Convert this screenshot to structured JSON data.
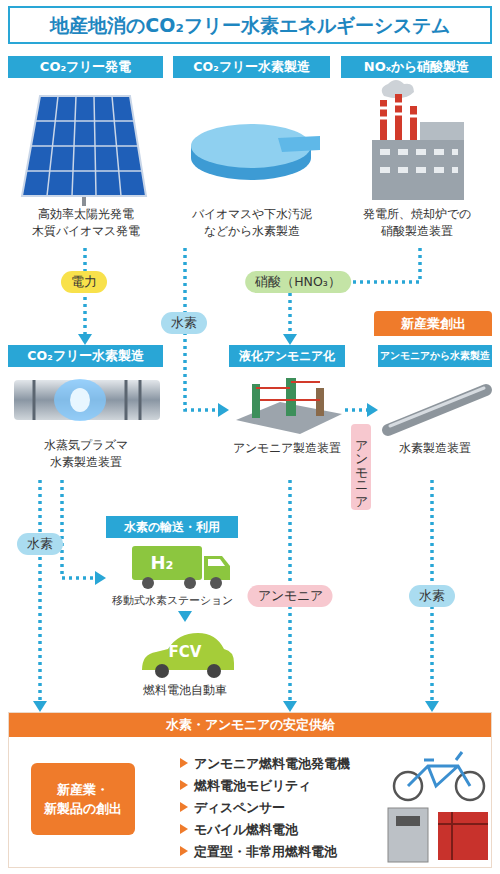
{
  "diagram": {
    "title": "地産地消のCO₂フリー水素エネルギーシステム",
    "nodes": [
      {
        "text": [
          "CO₂フリー発電",
          "高効率太陽光発電 木質バイオマス発電"
        ]
      },
      {
        "text": [
          "CO₂フリー水素製造",
          "バイオマスや下水汚泥 などから水素製造"
        ]
      },
      {
        "text": [
          "NOₓから硝酸製造",
          "発電所、焼却炉での 硝酸製造装置"
        ]
      },
      {
        "text": [
          "CO₂フリー水素製造",
          "水蒸気プラズマ 水素製造装置"
        ]
      },
      {
        "text": [
          "液化アンモニア化",
          "アンモニア製造装置"
        ]
      },
      {
        "text": [
          "新産業創出"
        ]
      },
      {
        "text": [
          "アンモニアから水素製造",
          "水素製造装置"
        ]
      },
      {
        "text": [
          "水素の輸送・利用",
          "移動式水素ステーション"
        ]
      },
      {
        "text": [
          "FCV",
          "燃料電池自動車"
        ]
      },
      {
        "text": [
          "水素・アンモニアの安定供給",
          "アンモニア燃料電池発電機",
          "燃料電池モビリティ",
          "ディスペンサー",
          "モバイル燃料電池",
          "定置型・非常用燃料電池"
        ]
      },
      {
        "text": [
          "新産業・ 新製品の創出"
        ],
        "in": 9
      }
    ],
    "edges": [
      {
        "from": 0,
        "to": 3,
        "label": "電力",
        "arrow": "to"
      },
      {
        "from": 1,
        "to": 4,
        "label": "水素",
        "arrow": "to"
      },
      {
        "from": 2,
        "to": 4,
        "label": "硝酸（HNO₃）",
        "arrow": "to"
      },
      {
        "from": 4,
        "to": 6,
        "label": "アンモニア",
        "arrow": "to"
      },
      {
        "from": 3,
        "to": 9,
        "label": "水素",
        "arrow": "to"
      },
      {
        "from": 3,
        "to": 7,
        "arrow": "to"
      },
      {
        "from": 7,
        "to": 8,
        "arrow": "to"
      },
      {
        "from": 4,
        "to": 9,
        "label": "アンモニア",
        "arrow": "to"
      },
      {
        "from": 6,
        "to": 9,
        "label": "水素",
        "arrow": "to"
      }
    ],
    "labels": [
      "H₂"
    ]
  }
}
